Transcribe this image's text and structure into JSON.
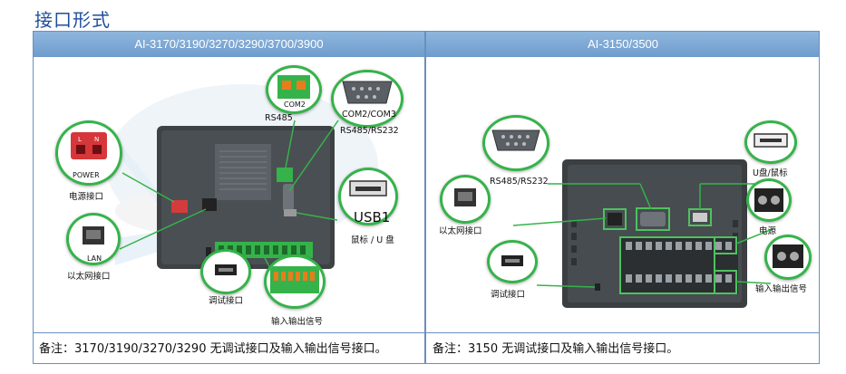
{
  "title": "接口形式",
  "columns": {
    "left_header": "AI-3170/3190/3270/3290/3700/3900",
    "right_header": "AI-3150/3500"
  },
  "left_panel": {
    "labels": {
      "com2_small": "COM2",
      "rs485": "RS485",
      "com2_com3": "COM2/COM3",
      "rs485_rs232": "RS485/RS232",
      "power_small": "POWER",
      "power_iface": "电源接口",
      "lan_small": "LAN",
      "ethernet": "以太网接口",
      "usb1": "USB1",
      "mouse_udisk": "鼠标 / U 盘",
      "debug": "调试接口",
      "io_signal": "输入输出信号"
    },
    "note": "备注：3170/3190/3270/3290 无调试接口及输入输出信号接口。"
  },
  "right_panel": {
    "labels": {
      "rs485_rs232": "RS485/RS232",
      "ethernet": "以太网接口",
      "debug": "调试接口",
      "udisk_mouse": "U盘/鼠标",
      "power": "电源",
      "io_signal": "输入输出信号"
    },
    "note": "备注：3150 无调试接口及输入输出信号接口。"
  },
  "colors": {
    "title": "#1f4e9c",
    "header": "#7aa7d6",
    "accent_green": "#35b34a"
  }
}
